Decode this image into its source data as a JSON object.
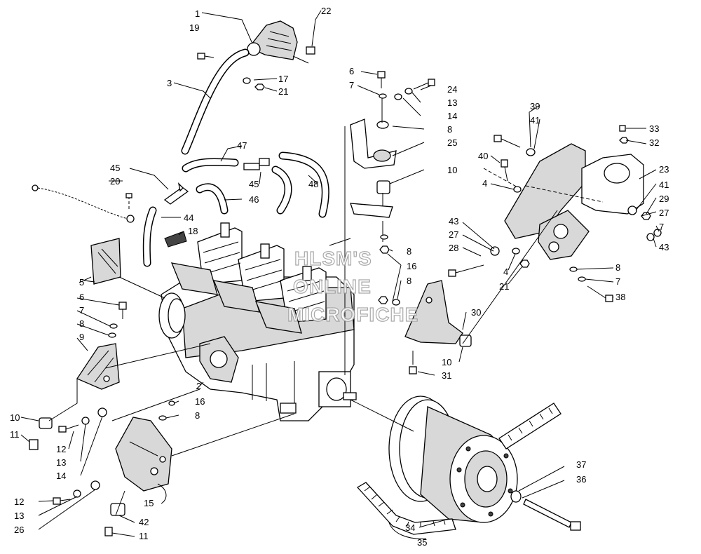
{
  "watermark": {
    "line1": "HLSM'S",
    "line2": "ONLINE",
    "line3": "MICROFICHE"
  },
  "callouts": {
    "c1": "1",
    "c2": "2",
    "c3": "3",
    "c4a": "4",
    "c4b": "4",
    "c5": "5",
    "c6a": "6",
    "c6b": "6",
    "c7a": "7",
    "c7b": "7",
    "c7c": "7",
    "c8a": "8",
    "c8b": "8",
    "c8c": "8",
    "c8d": "8",
    "c8e": "8",
    "c8f": "8",
    "c9": "9",
    "c10a": "10",
    "c10b": "10",
    "c10c": "10",
    "c11a": "11",
    "c11b": "11",
    "c12a": "12",
    "c12b": "12",
    "c13a": "13",
    "c13b": "13",
    "c13c": "13",
    "c14a": "14",
    "c14b": "14",
    "c15": "15",
    "c16a": "16",
    "c16b": "16",
    "c17": "17",
    "c18": "18",
    "c19": "19",
    "c20": "20",
    "c21a": "21",
    "c21b": "21",
    "c22": "22",
    "c23": "23",
    "c24": "24",
    "c25": "25",
    "c26": "26",
    "c27a": "27",
    "c27b": "27",
    "c28": "28",
    "c29": "29",
    "c30": "30",
    "c31": "31",
    "c32": "32",
    "c33": "33",
    "c34": "34",
    "c35": "35",
    "c36": "36",
    "c37": "37",
    "c38": "38",
    "c39": "39",
    "c40": "40",
    "c41a": "41",
    "c41b": "41",
    "c42": "42",
    "c43a": "43",
    "c43b": "43",
    "c44": "44",
    "c45a": "45",
    "c45b": "45",
    "c46": "46",
    "c47": "47",
    "c48": "48"
  }
}
